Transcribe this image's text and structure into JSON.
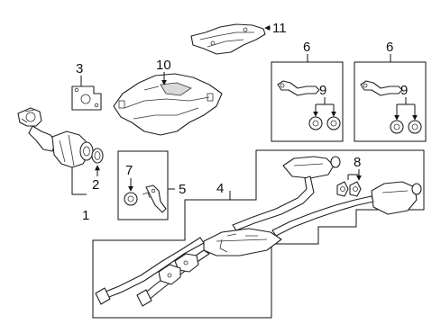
{
  "callouts": [
    {
      "id": "1",
      "label": "1",
      "part": "catalytic converter"
    },
    {
      "id": "2",
      "label": "2",
      "part": "gasket"
    },
    {
      "id": "3",
      "label": "3",
      "part": "gasket"
    },
    {
      "id": "4",
      "label": "4",
      "part": "exhaust system"
    },
    {
      "id": "5",
      "label": "5",
      "part": "hanger group"
    },
    {
      "id": "6a",
      "label": "6",
      "part": "hanger group"
    },
    {
      "id": "6b",
      "label": "6",
      "part": "hanger group"
    },
    {
      "id": "7",
      "label": "7",
      "part": "insulator"
    },
    {
      "id": "8",
      "label": "8",
      "part": "gasket"
    },
    {
      "id": "9a",
      "label": "9",
      "part": "insulators"
    },
    {
      "id": "9b",
      "label": "9",
      "part": "insulators"
    },
    {
      "id": "10",
      "label": "10",
      "part": "heat shield"
    },
    {
      "id": "11",
      "label": "11",
      "part": "heat shield"
    }
  ]
}
